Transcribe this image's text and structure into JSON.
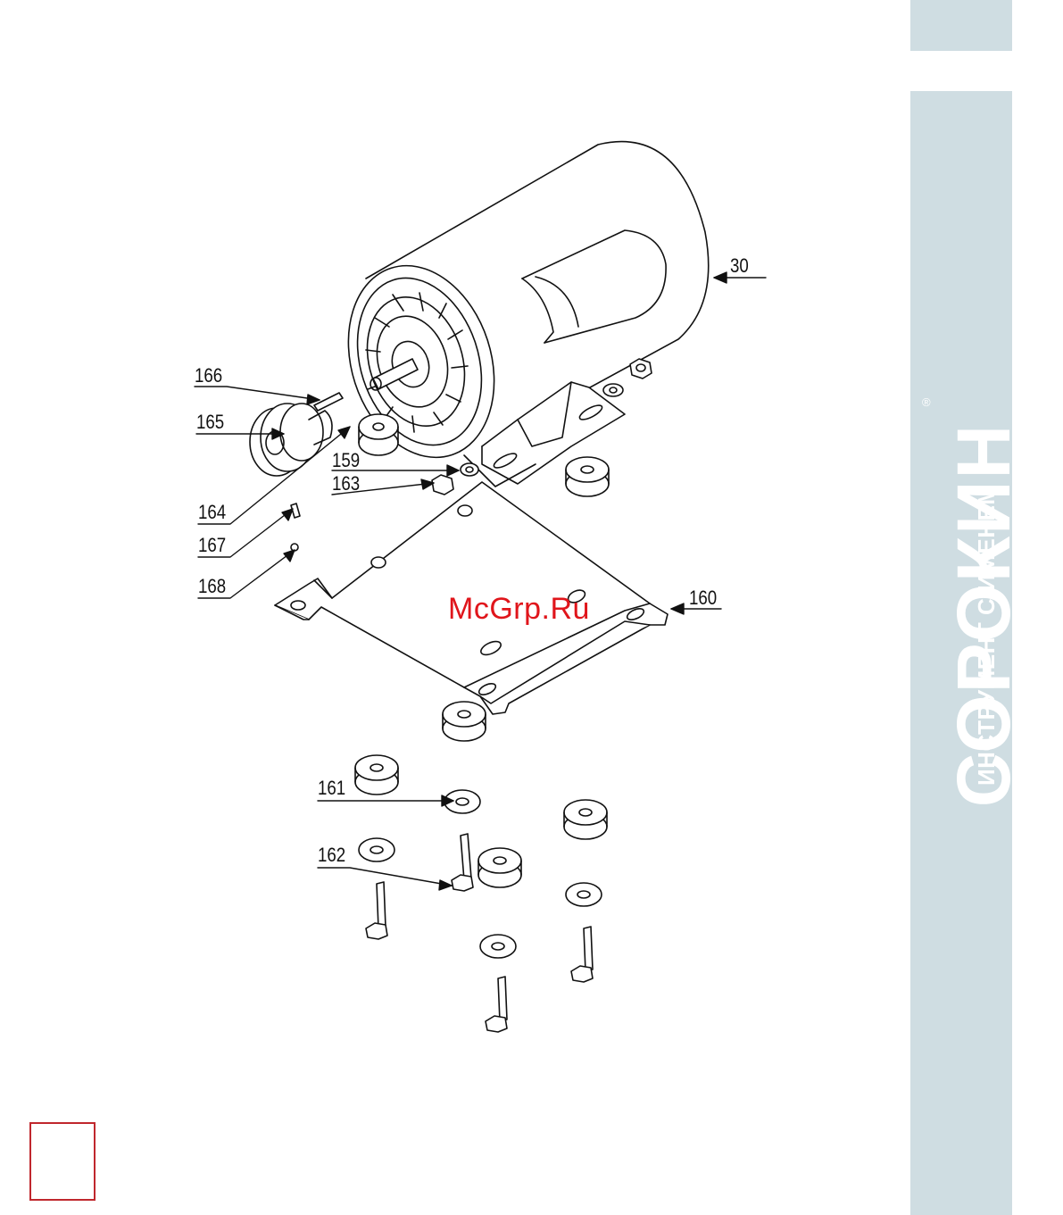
{
  "brand": {
    "name": "СОРОКИН",
    "slogan": "ИНСТРУМЕНТ С ИМЕНЕМ",
    "registered_mark": "®",
    "panel_color": "#cfdde2"
  },
  "watermark": {
    "text": "McGrp.Ru",
    "color": "#e0151b"
  },
  "page_number_box": {
    "border_color": "#c0272d"
  },
  "callouts": [
    {
      "id": "30",
      "label": "30"
    },
    {
      "id": "166",
      "label": "166"
    },
    {
      "id": "165",
      "label": "165"
    },
    {
      "id": "159",
      "label": "159"
    },
    {
      "id": "163",
      "label": "163"
    },
    {
      "id": "164",
      "label": "164"
    },
    {
      "id": "167",
      "label": "167"
    },
    {
      "id": "168",
      "label": "168"
    },
    {
      "id": "160",
      "label": "160"
    },
    {
      "id": "161",
      "label": "161"
    },
    {
      "id": "162",
      "label": "162"
    }
  ]
}
